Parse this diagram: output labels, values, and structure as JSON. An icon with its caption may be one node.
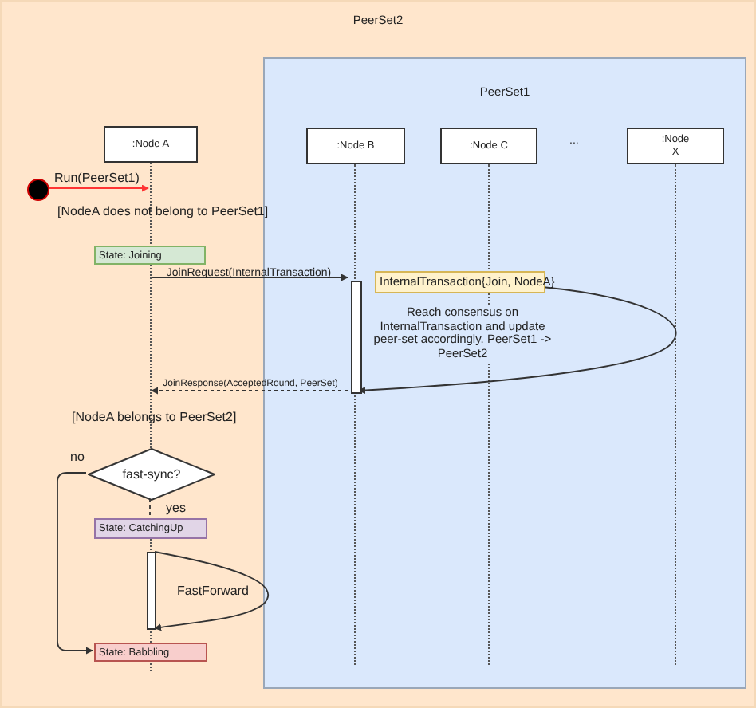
{
  "diagram": {
    "nodes": [
      {
        "text": [
          "PeerSet2"
        ]
      },
      {
        "text": [
          "PeerSet1"
        ],
        "in": 0
      },
      {
        "text": [
          ":Node A"
        ],
        "in": 0
      },
      {
        "text": [
          ":Node B"
        ],
        "in": 1
      },
      {
        "text": [
          ":Node C"
        ],
        "in": 1
      },
      {
        "text": [
          ":Node X"
        ],
        "in": 1
      },
      {
        "text": [],
        "shape": "circle",
        "in": 0
      },
      {
        "text": [
          "State: Joining"
        ],
        "in": 0
      },
      {
        "text": [],
        "shape": "bar",
        "in": 1
      },
      {
        "text": [
          "InternalTransaction{Join, NodeA}"
        ],
        "in": 1
      },
      {
        "text": [
          "fast-sync?"
        ],
        "in": 0
      },
      {
        "text": [
          "State: CatchingUp"
        ],
        "in": 0
      },
      {
        "text": [],
        "shape": "bar",
        "in": 0
      },
      {
        "text": [
          "State: Babbling"
        ],
        "in": 0
      },
      {
        "text": [],
        "shape": "line",
        "in": 0
      },
      {
        "text": [],
        "shape": "line",
        "in": 1
      },
      {
        "text": [],
        "shape": "line",
        "in": 1
      },
      {
        "text": [],
        "shape": "line",
        "in": 1
      },
      {
        "text": [],
        "shape": "line",
        "in": 0
      }
    ],
    "edges": [
      {
        "from": 6,
        "to": 14,
        "arrow": "to",
        "label": "Run(PeerSet1)",
        "color": "#ff3333"
      },
      {
        "from": 14,
        "to": 8,
        "arrow": "to",
        "label": "JoinRequest(InternalTransaction)"
      },
      {
        "from": 9,
        "to": 8,
        "arrow": "to",
        "label": "Reach consensus on InternalTransaction and update peer-set accordingly. PeerSet1 -> PeerSet2"
      },
      {
        "from": 8,
        "to": 14,
        "arrow": "to",
        "label": "JoinResponse(AcceptedRound, PeerSet)",
        "style": "dashed"
      },
      {
        "from": 10,
        "to": 13,
        "arrow": "to",
        "label": "no"
      },
      {
        "from": 10,
        "to": 11,
        "arrow": "none",
        "label": "yes",
        "style": "dashed"
      },
      {
        "from": 12,
        "to": 12,
        "arrow": "to",
        "label": "FastForward"
      }
    ],
    "labels": [
      "...",
      "[NodeA does not belong to PeerSet1]",
      "[NodeA belongs to PeerSet2]"
    ]
  }
}
